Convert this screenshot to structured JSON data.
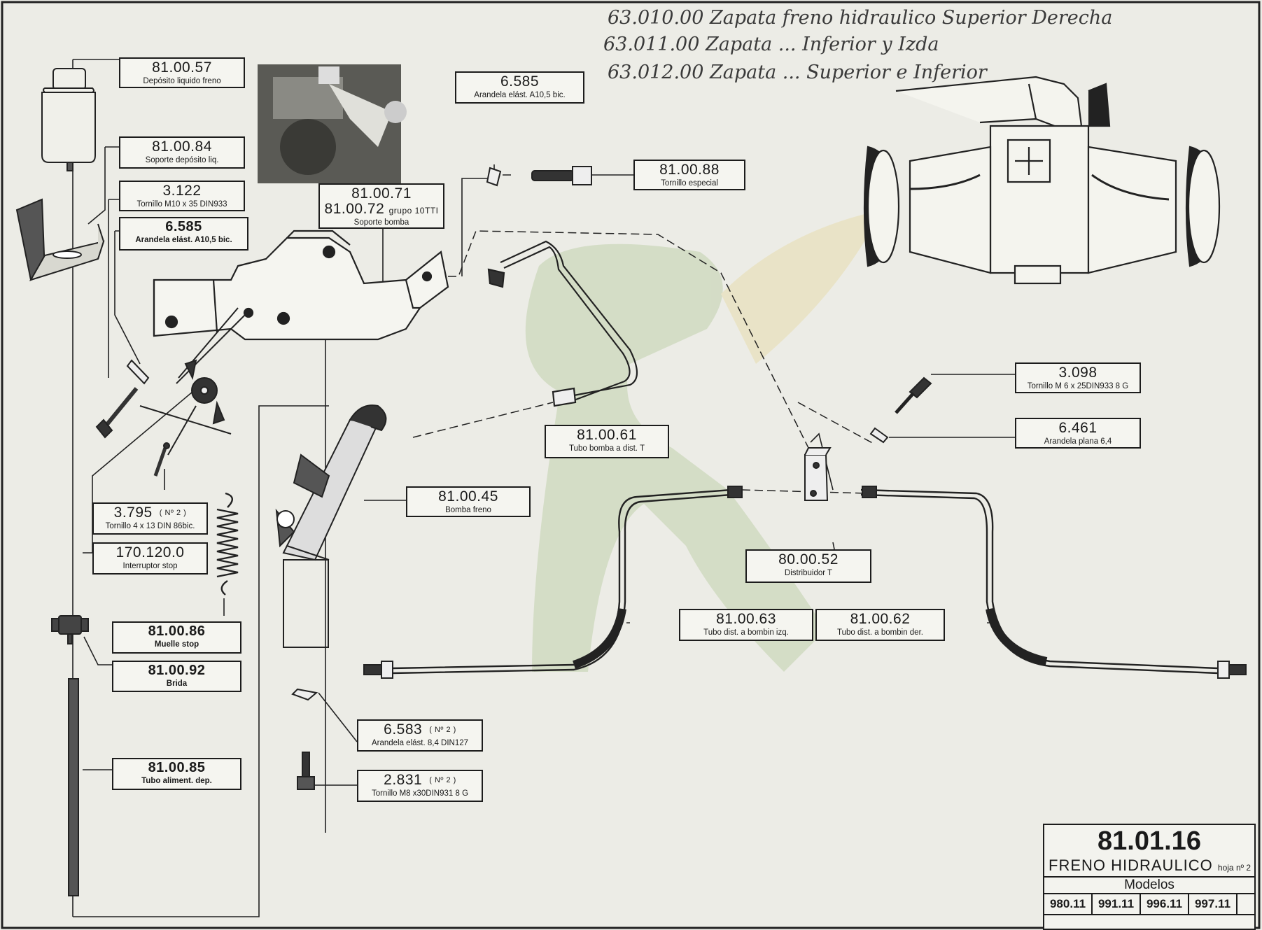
{
  "handwritten_notes": [
    "63.010.00  Zapata freno hidraulico  Superior Derecha",
    "63.011.00  Zapata  ...  Inferior y Izda",
    "63.012.00  Zapata  ...  Superior e Inferior"
  ],
  "labels": {
    "deposito": {
      "number": "81.00.57",
      "desc": "Depósito liquido freno"
    },
    "soporte_deposito": {
      "number": "81.00.84",
      "desc": "Soporte depósito liq."
    },
    "tornillo_m10": {
      "number": "3.122",
      "desc": "Tornillo M10 x 35 DIN933"
    },
    "arandela_a105_left": {
      "number": "6.585",
      "desc": "Arandela elást. A10,5 bic."
    },
    "soporte_bomba": {
      "number": "81.00.71",
      "number2": "81.00.72",
      "suffix": "grupo 10TTI",
      "desc": "Soporte bomba"
    },
    "arandela_a105_top": {
      "number": "6.585",
      "desc": "Arandela elást. A10,5 bic."
    },
    "tornillo_especial": {
      "number": "81.00.88",
      "desc": "Tornillo especial"
    },
    "tubo_bomba": {
      "number": "81.00.61",
      "desc": "Tubo bomba a dist. T"
    },
    "bomba_freno": {
      "number": "81.00.45",
      "desc": "Bomba freno"
    },
    "tornillo_4x13": {
      "number": "3.795",
      "qty": "( Nº 2 )",
      "desc": "Tornillo 4 x 13 DIN 86bic."
    },
    "interruptor_stop": {
      "number": "170.120.0",
      "desc": "Interruptor stop"
    },
    "muelle_stop": {
      "number": "81.00.86",
      "desc": "Muelle stop"
    },
    "brida": {
      "number": "81.00.92",
      "desc": "Brida"
    },
    "tubo_aliment": {
      "number": "81.00.85",
      "desc": "Tubo aliment. dep."
    },
    "arandela_84": {
      "number": "6.583",
      "qty": "( Nº 2 )",
      "desc": "Arandela elást. 8,4 DIN127"
    },
    "tornillo_m8": {
      "number": "2.831",
      "qty": "( Nº 2 )",
      "desc": "Tornillo M8 x30DIN931 8 G"
    },
    "tornillo_m6": {
      "number": "3.098",
      "desc": "Tornillo M 6 x 25DIN933 8 G"
    },
    "arandela_plana": {
      "number": "6.461",
      "desc": "Arandela plana 6,4"
    },
    "distribuidor": {
      "number": "80.00.52",
      "desc": "Distribuidor T"
    },
    "tubo_izq": {
      "number": "81.00.63",
      "desc": "Tubo dist. a bombin izq."
    },
    "tubo_der": {
      "number": "81.00.62",
      "desc": "Tubo dist. a bombin der."
    }
  },
  "title_block": {
    "number": "81.01.16",
    "title": "FRENO HIDRAULICO",
    "sheet": "hoja nº 2",
    "models_header": "Modelos",
    "models": [
      "980.11",
      "991.11",
      "996.11",
      "997.11",
      ""
    ]
  }
}
